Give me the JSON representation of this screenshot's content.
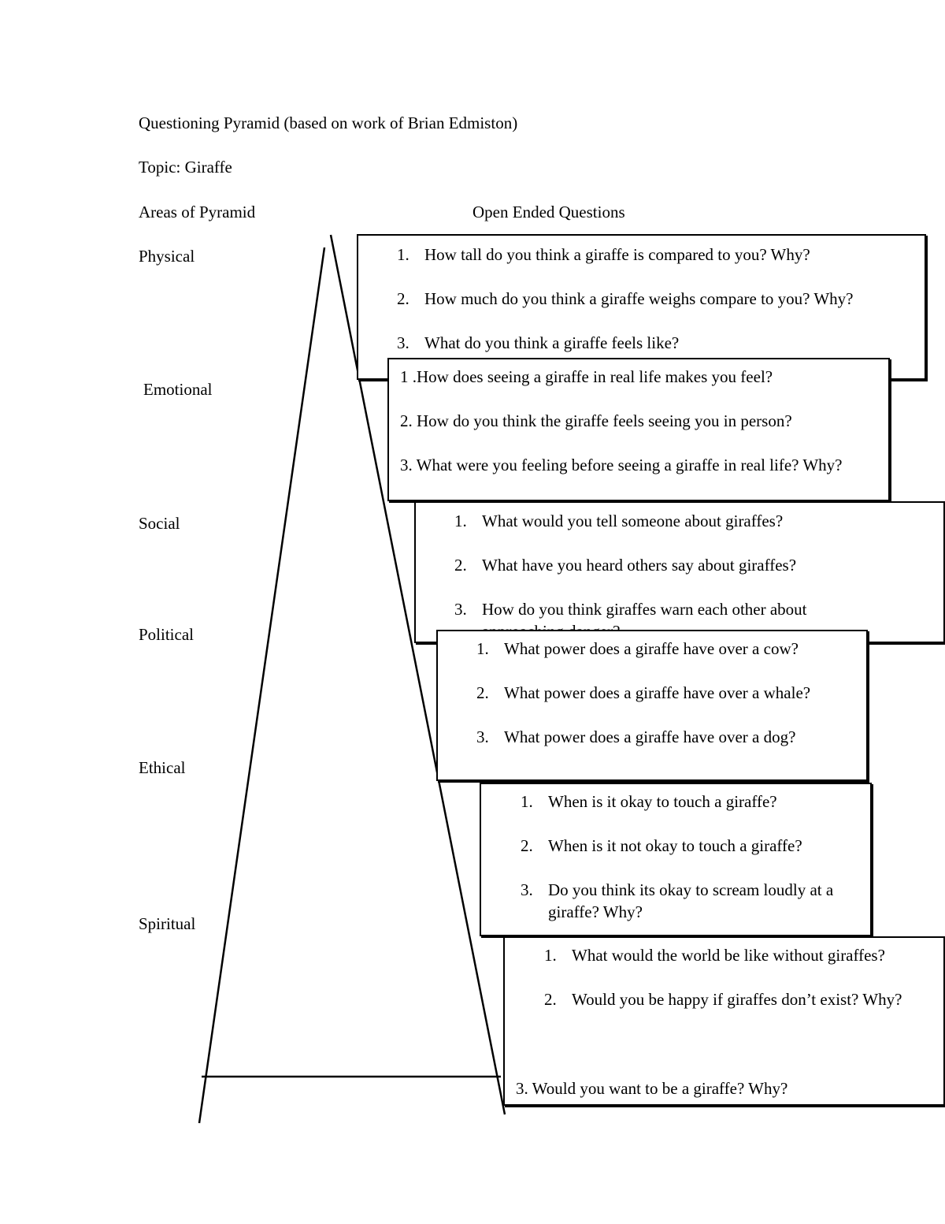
{
  "title": "Questioning Pyramid  (based on work of Brian Edmiston)",
  "topic": "Topic:  Giraffe",
  "col_left": "Areas of Pyramid",
  "col_right": "Open Ended Questions",
  "areas": [
    "Physical",
    "Emotional",
    "Social",
    "Political",
    "Ethical",
    "Spiritual"
  ],
  "boxes": [
    {
      "questions": [
        {
          "num": "1.",
          "text": "How tall do you think a giraffe is compared to you? Why?"
        },
        {
          "num": "2.",
          "text": "How much do you think a giraffe weighs compare to you? Why?"
        },
        {
          "num": "3.",
          "text": "What do you think a giraffe feels like?"
        }
      ]
    },
    {
      "questions": [
        {
          "num": "",
          "text": "1 .How does seeing a giraffe in real life makes you feel?"
        },
        {
          "num": "",
          "text": "2. How do you think the giraffe feels seeing you in person?"
        },
        {
          "num": "",
          "text": "3. What were you feeling before seeing a giraffe in real life? Why?"
        }
      ]
    },
    {
      "questions": [
        {
          "num": "1.",
          "text": "What would you tell someone about giraffes?"
        },
        {
          "num": "2.",
          "text": "What have you heard others say about giraffes?"
        },
        {
          "num": "3.",
          "text": "How do you think giraffes warn each other about approaching danger?"
        }
      ]
    },
    {
      "questions": [
        {
          "num": "1.",
          "text": "What power does a giraffe have over a cow?"
        },
        {
          "num": "2.",
          "text": "What power does a giraffe have over a whale?"
        },
        {
          "num": "3.",
          "text": "What power does a giraffe have over a dog?"
        }
      ]
    },
    {
      "questions": [
        {
          "num": "1.",
          "text": "When is it okay to touch a giraffe?"
        },
        {
          "num": "2.",
          "text": "When is it not okay to touch a giraffe?"
        },
        {
          "num": "3.",
          "text": "Do you think its okay to scream loudly at a giraffe? Why?"
        }
      ]
    },
    {
      "questions": [
        {
          "num": "1.",
          "text": "What would the world be like without giraffes?"
        },
        {
          "num": "2.",
          "text": " Would you be happy if giraffes don’t exist? Why?"
        },
        {
          "num": "",
          "text": "3.  Would you want to be a giraffe? Why?"
        }
      ]
    }
  ]
}
